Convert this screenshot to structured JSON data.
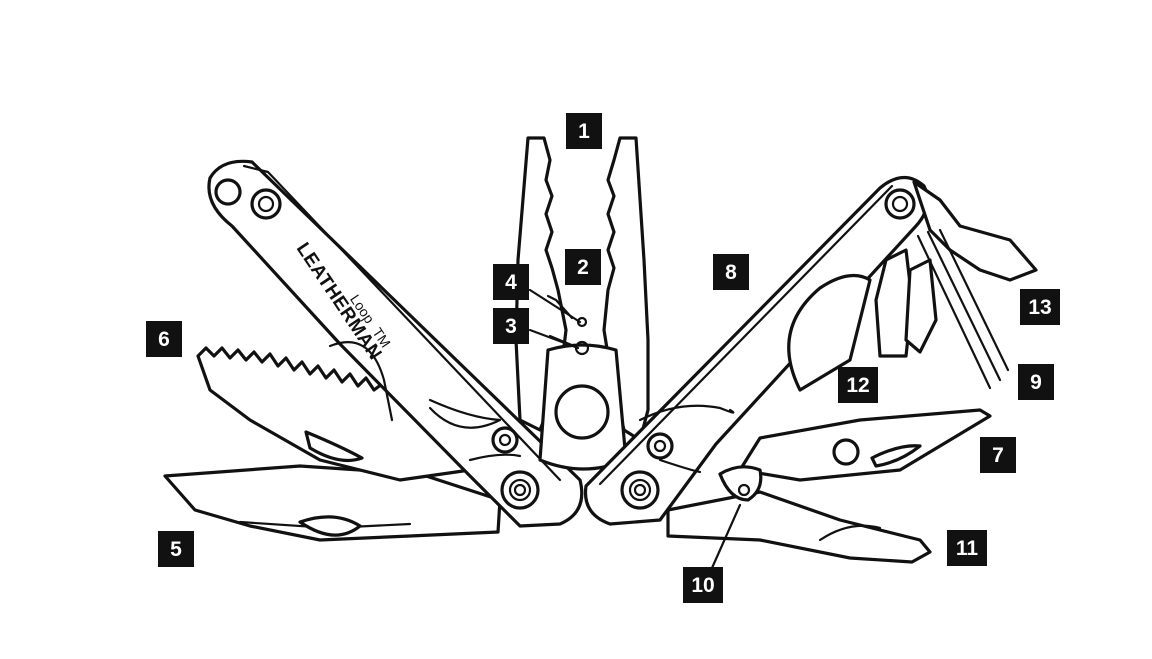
{
  "brand": {
    "name": "LEATHERMAN",
    "model": "Loop",
    "mark": "TM"
  },
  "callouts": [
    {
      "id": "1",
      "label": "1"
    },
    {
      "id": "2",
      "label": "2"
    },
    {
      "id": "3",
      "label": "3"
    },
    {
      "id": "4",
      "label": "4"
    },
    {
      "id": "5",
      "label": "5"
    },
    {
      "id": "6",
      "label": "6"
    },
    {
      "id": "7",
      "label": "7"
    },
    {
      "id": "8",
      "label": "8"
    },
    {
      "id": "9",
      "label": "9"
    },
    {
      "id": "10",
      "label": "10"
    },
    {
      "id": "11",
      "label": "11"
    },
    {
      "id": "12",
      "label": "12"
    },
    {
      "id": "13",
      "label": "13"
    }
  ]
}
